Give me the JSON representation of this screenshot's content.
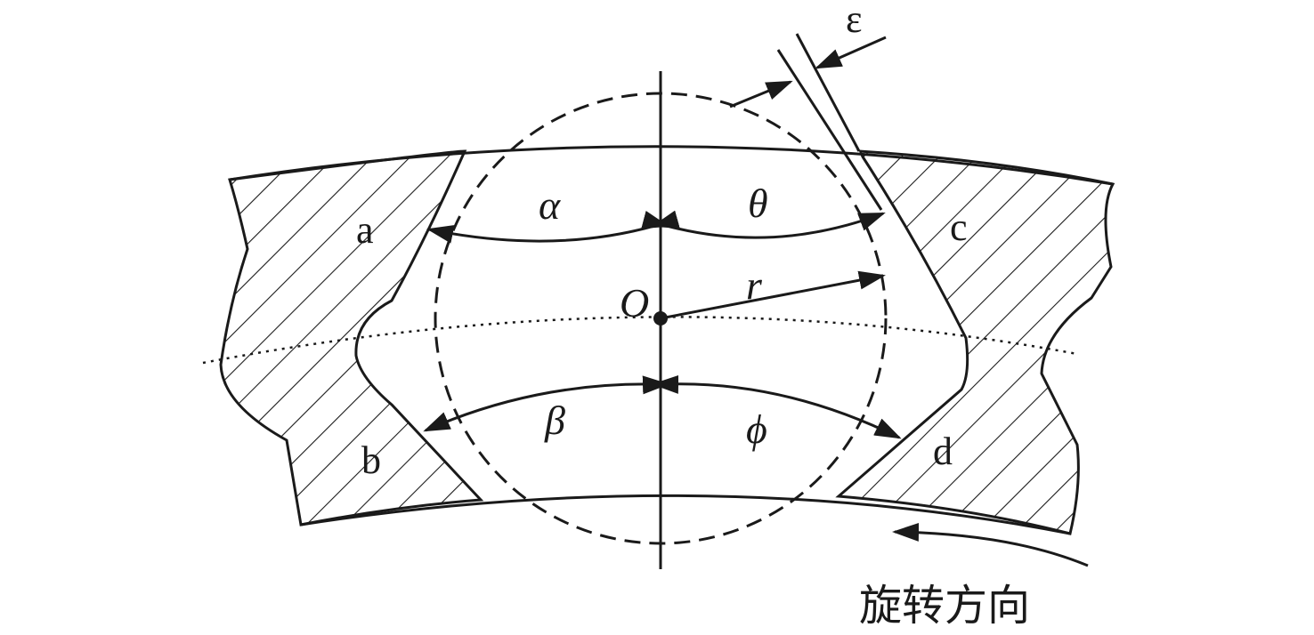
{
  "labels": {
    "a": "a",
    "b": "b",
    "c": "c",
    "d": "d",
    "alpha": "α",
    "theta": "θ",
    "beta": "β",
    "phi": "ϕ",
    "center": "O",
    "radius": "r",
    "gap": "ε"
  },
  "caption": "旋转方向"
}
